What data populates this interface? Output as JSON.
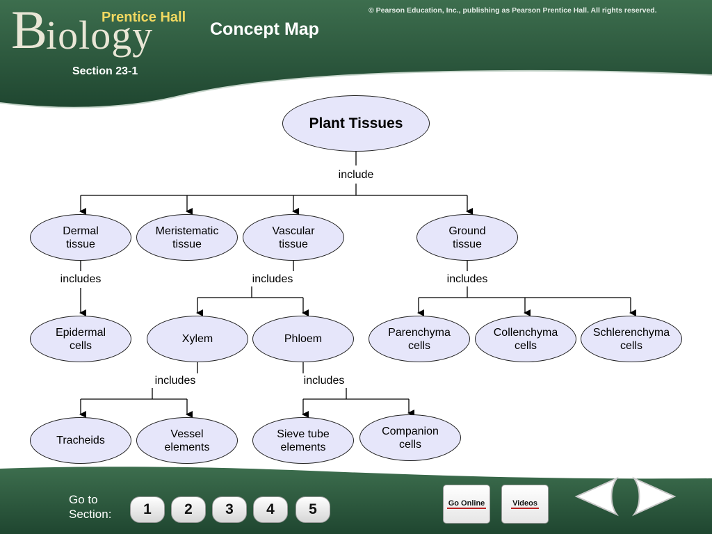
{
  "header": {
    "logo": {
      "brand": "Prentice Hall",
      "initial": "B",
      "rest": "iology"
    },
    "title": "Concept Map",
    "section": "Section 23-1",
    "copyright": "© Pearson Education, Inc., publishing as Pearson Prentice Hall. All rights reserved."
  },
  "concept_map": {
    "root": "Plant Tissues",
    "link_include": "include",
    "tissues": {
      "dermal": "Dermal\ntissue",
      "meristematic": "Meristematic\ntissue",
      "vascular": "Vascular\ntissue",
      "ground": "Ground\ntissue"
    },
    "link_includes": "includes",
    "cells": {
      "epidermal": "Epidermal\ncells",
      "xylem": "Xylem",
      "phloem": "Phloem",
      "parenchyma": "Parenchyma\ncells",
      "collenchyma": "Collenchyma\ncells",
      "schlerenchyma": "Schlerenchyma\ncells"
    },
    "xylem_parts": {
      "tracheids": "Tracheids",
      "vessel": "Vessel\nelements"
    },
    "phloem_parts": {
      "sieve": "Sieve tube\nelements",
      "companion": "Companion\ncells"
    }
  },
  "footer": {
    "goto_label": "Go to\nSection:",
    "sections": [
      "1",
      "2",
      "3",
      "4",
      "5"
    ],
    "go_online": "Go Online",
    "videos": "Videos"
  },
  "colors": {
    "green": "#2d5a3e",
    "node_fill": "#e6e6fa"
  }
}
